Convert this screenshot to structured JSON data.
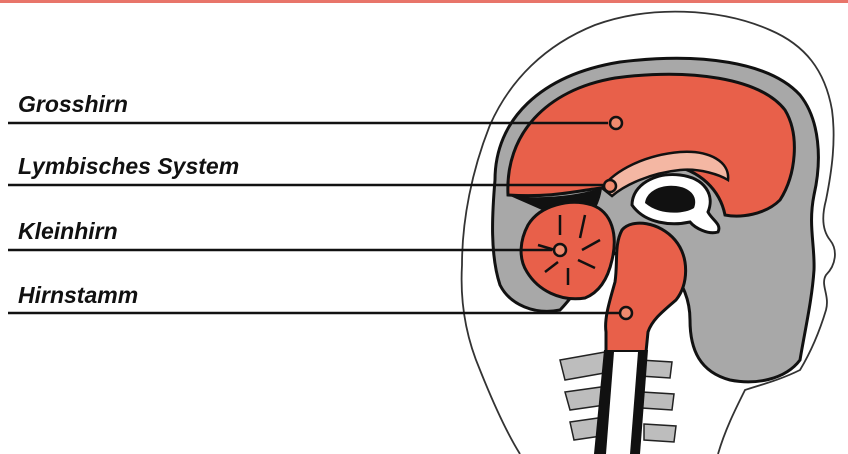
{
  "labels": {
    "cerebrum": "Grosshirn",
    "limbic": "Lymbisches System",
    "cerebellum": "Kleinhirn",
    "brainstem": "Hirnstamm"
  },
  "colors": {
    "accent_bar": "#e8756a",
    "brain_red": "#e8604a",
    "limbic_pink": "#f4b7a3",
    "csf_gray": "#a8a8a8",
    "outline": "#111111"
  }
}
